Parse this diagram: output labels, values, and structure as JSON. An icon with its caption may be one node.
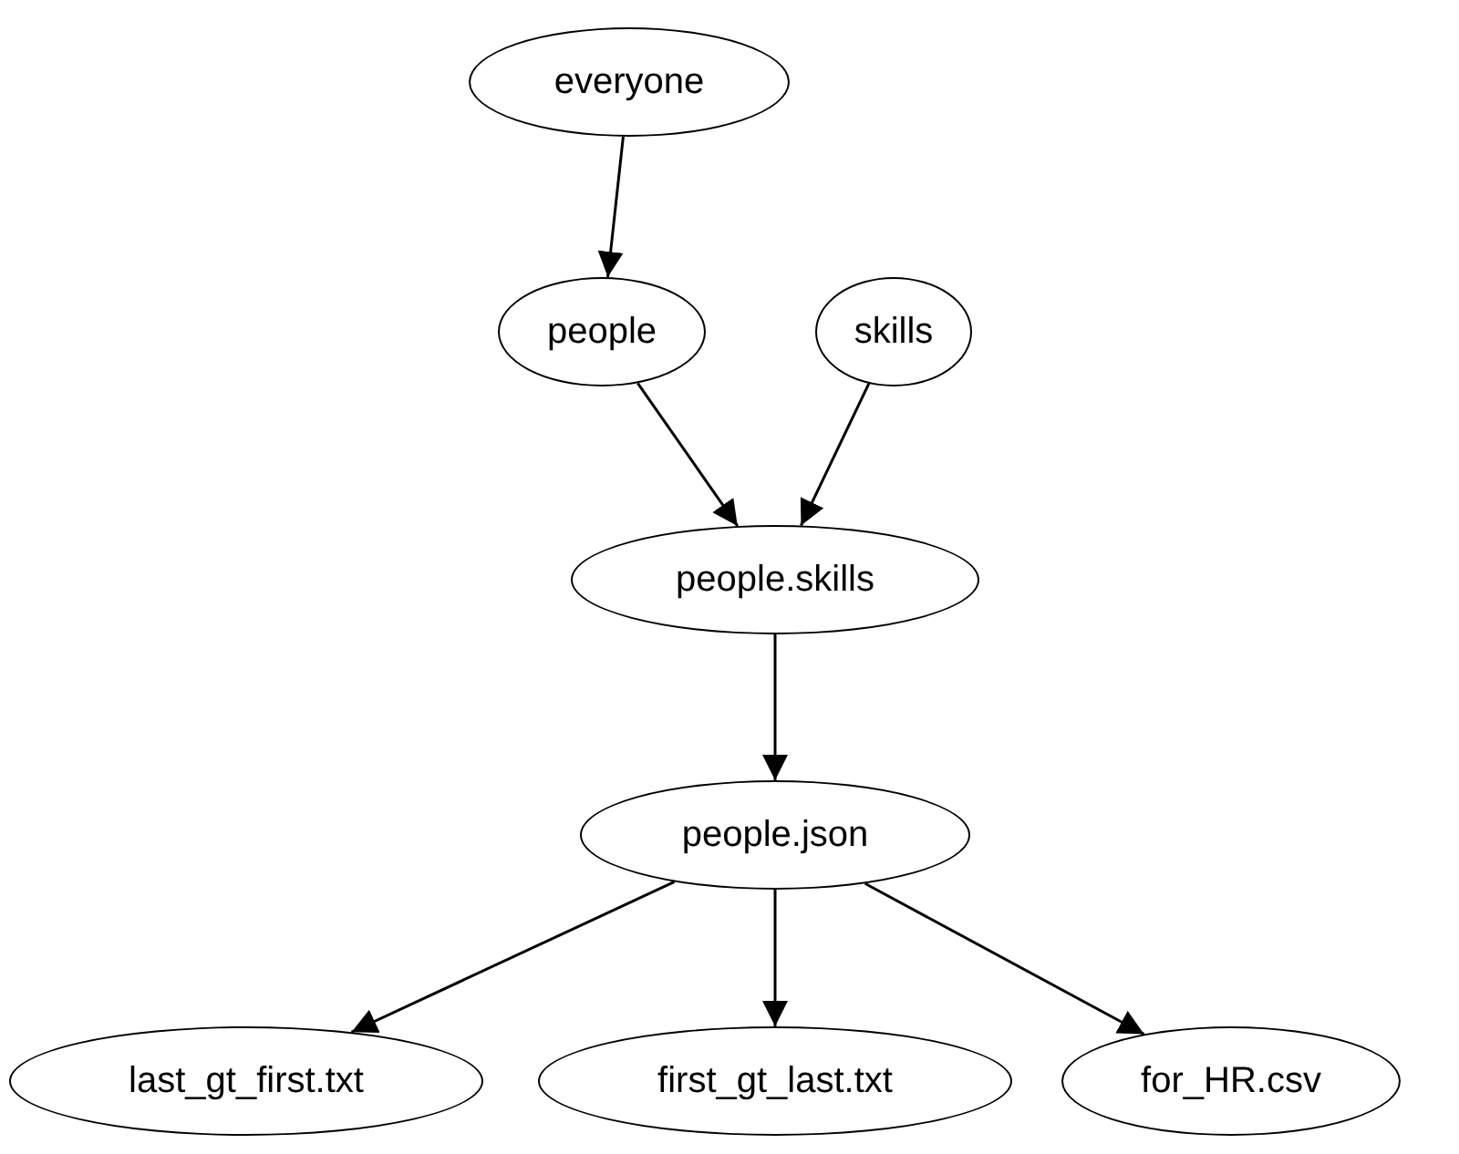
{
  "diagram": {
    "nodes": [
      {
        "text": [
          "everyone"
        ]
      },
      {
        "text": [
          "people"
        ]
      },
      {
        "text": [
          "skills"
        ]
      },
      {
        "text": [
          "people.skills"
        ]
      },
      {
        "text": [
          "people.json"
        ]
      },
      {
        "text": [
          "last_gt_first.txt"
        ]
      },
      {
        "text": [
          "first_gt_last.txt"
        ]
      },
      {
        "text": [
          "for_HR.csv"
        ]
      }
    ],
    "edges": [
      {
        "from": 0,
        "to": 1,
        "arrow": "to"
      },
      {
        "from": 1,
        "to": 3,
        "arrow": "to"
      },
      {
        "from": 2,
        "to": 3,
        "arrow": "to"
      },
      {
        "from": 3,
        "to": 4,
        "arrow": "to"
      },
      {
        "from": 4,
        "to": 5,
        "arrow": "to"
      },
      {
        "from": 4,
        "to": 6,
        "arrow": "to"
      },
      {
        "from": 4,
        "to": 7,
        "arrow": "to"
      }
    ]
  }
}
